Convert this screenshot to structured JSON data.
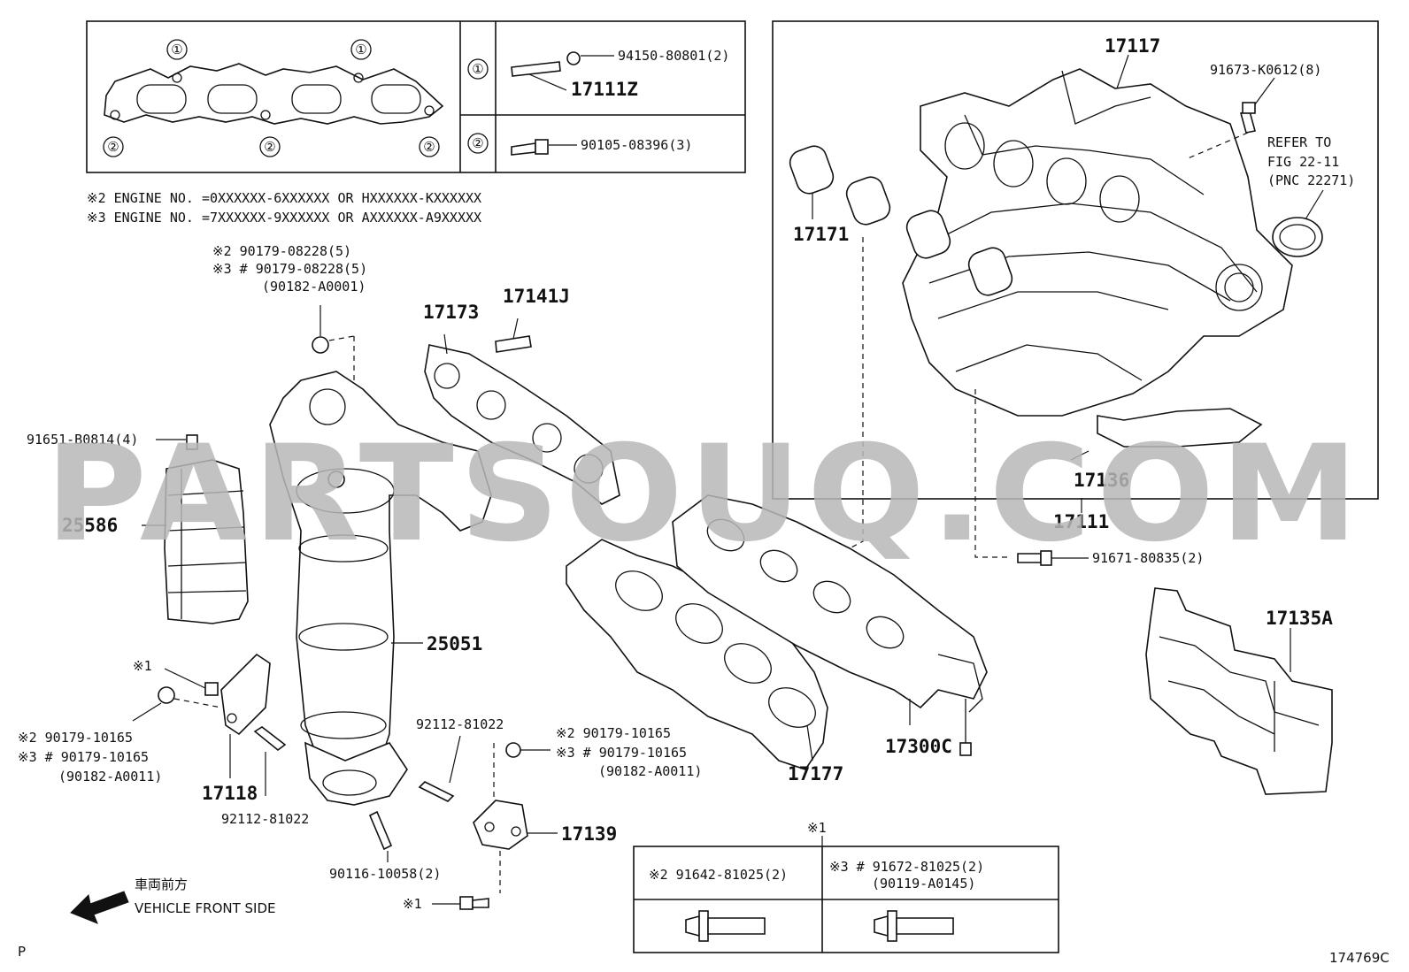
{
  "legend_box": {
    "markers": [
      "①",
      "②"
    ],
    "row1": {
      "part_a": "94150-80801(2)",
      "part_b": "17111Z"
    },
    "row2": {
      "part": "90105-08396(3)"
    }
  },
  "engine_notes": [
    "※2 ENGINE NO. =0XXXXXX-6XXXXXX OR HXXXXXX-KXXXXXX",
    "※3 ENGINE NO. =7XXXXXX-9XXXXXX OR AXXXXXX-A9XXXXX"
  ],
  "labels": {
    "l_90179_08228_a": "※2    90179-08228(5)",
    "l_90179_08228_b": "※3  # 90179-08228(5)",
    "l_90182_A0001": "(90182-A0001)",
    "l_17173": "17173",
    "l_17141J": "17141J",
    "l_91651": "91651-B0814(4)",
    "l_25586": "25586",
    "l_25051": "25051",
    "l_x1_a": "※1",
    "l_90179_10165_a1": "※2    90179-10165",
    "l_90179_10165_a2": "※3 # 90179-10165",
    "l_90182_A0011_a": "(90182-A0011)",
    "l_17118": "17118",
    "l_92112_81022_a": "92112-81022",
    "l_92112_81022_b": "92112-81022",
    "l_90116": "90116-10058(2)",
    "l_90179_10165_b1": "※2    90179-10165",
    "l_90179_10165_b2": "※3 # 90179-10165",
    "l_90182_A0011_b": "(90182-A0011)",
    "l_17139": "17139",
    "l_x1_b": "※1",
    "l_17177": "17177",
    "l_17300C": "17300C",
    "l_17117": "17117",
    "l_91673": "91673-K0612(8)",
    "l_refer1": "REFER TO",
    "l_refer2": "FIG 22-11",
    "l_refer3": "(PNC 22271)",
    "l_17171": "17171",
    "l_17136": "17136",
    "l_17111": "17111",
    "l_91671": "91671-80835(2)",
    "l_17135A": "17135A",
    "l_x1_c": "※1"
  },
  "bolt_table": {
    "col1": "※2  91642-81025(2)",
    "col2a": "※3  # 91672-81025(2)",
    "col2b": "(90119-A0145)"
  },
  "direction": {
    "jp": "車両前方",
    "en": "VEHICLE FRONT SIDE"
  },
  "footer": {
    "left": "P",
    "right": "174769C"
  },
  "watermark": "PARTSOUQ.COM"
}
